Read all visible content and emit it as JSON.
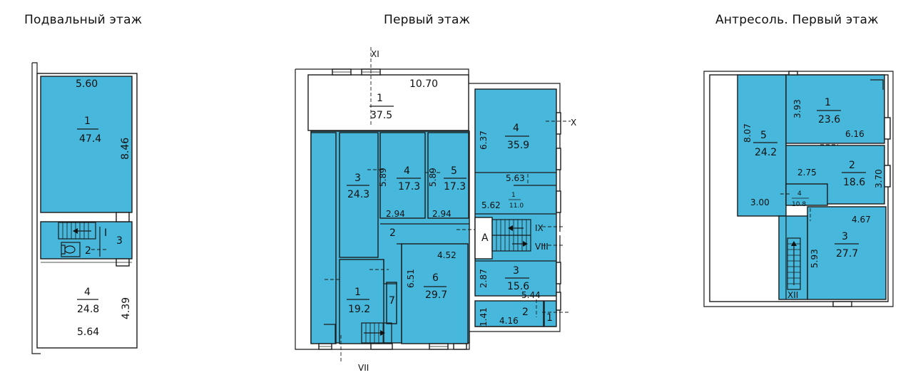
{
  "titles": {
    "basement": "Подвальный этаж",
    "first": "Первый этаж",
    "mezzanine": "Антресоль. Первый этаж"
  },
  "colors": {
    "room_fill": "#47b7db",
    "lines": "#1b1b1b",
    "background": "#ffffff"
  },
  "basement": {
    "rooms": [
      {
        "num": "1",
        "area": "47.4",
        "width": "5.60",
        "depth": "8.46"
      },
      {
        "num": "2"
      },
      {
        "num": "3"
      },
      {
        "num": "4",
        "area": "24.8",
        "width": "5.64",
        "depth": "4.39"
      }
    ],
    "section_mark": "I"
  },
  "first": {
    "rooms": [
      {
        "num": "1",
        "area": "37.5",
        "width": "10.70"
      },
      {
        "num": "3",
        "area": "24.3",
        "dim": "5.89"
      },
      {
        "num": "4",
        "area": "17.3"
      },
      {
        "num": "5",
        "area": "17.3",
        "dim": "5.89"
      },
      {
        "num": "2",
        "dims": [
          "2.94",
          "2.94",
          "4.52"
        ]
      },
      {
        "num": "1",
        "area": "19.2"
      },
      {
        "num": "7"
      },
      {
        "num": "6",
        "area": "29.7",
        "dim": "6.51"
      },
      {
        "num": "4",
        "area": "35.9",
        "dim": "6.37"
      },
      {
        "num": "1",
        "area": "11.0",
        "dims": [
          "5.63",
          "5.62"
        ]
      },
      {
        "num": "3",
        "area": "15.6",
        "dims": [
          "2.87",
          "5.44"
        ]
      },
      {
        "num": "2",
        "dims": [
          "1.41",
          "4.16"
        ]
      },
      {
        "num": "1"
      }
    ],
    "marks": [
      "XI",
      "X",
      "IX",
      "VIII",
      "VII",
      "A"
    ]
  },
  "mezzanine": {
    "rooms": [
      {
        "num": "5",
        "area": "24.2",
        "dims": [
          "8.07",
          "3.00"
        ]
      },
      {
        "num": "1",
        "area": "23.6",
        "dims": [
          "3.93",
          "6.16"
        ]
      },
      {
        "num": "2",
        "area": "18.6",
        "dims": [
          "2.75",
          "3.70"
        ]
      },
      {
        "num": "4",
        "area": "10.8"
      },
      {
        "num": "3",
        "area": "27.7",
        "dims": [
          "4.67",
          "5.93"
        ]
      }
    ],
    "mark": "XII"
  }
}
